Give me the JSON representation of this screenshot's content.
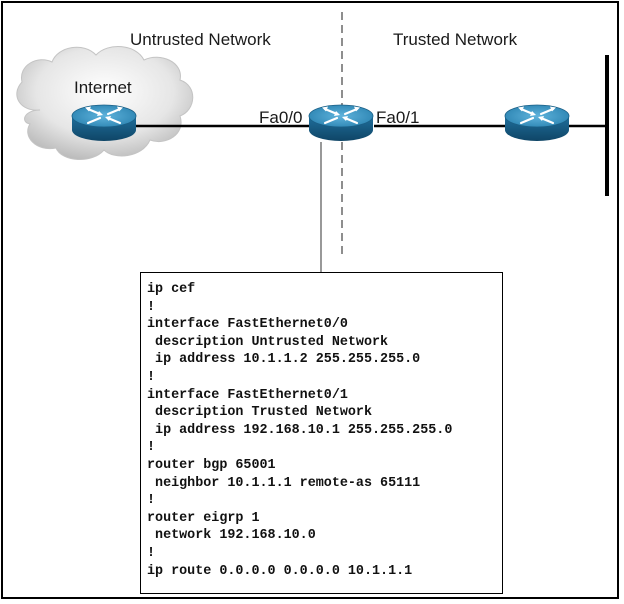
{
  "zones": {
    "untrusted": "Untrusted Network",
    "trusted": "Trusted Network"
  },
  "labels": {
    "internet": "Internet",
    "fa0_0": "Fa0/0",
    "fa0_1": "Fa0/1"
  },
  "icons": {
    "cloud": "internet-cloud-icon",
    "router": "router-icon",
    "colors": {
      "router_top": "#2e8bb8",
      "router_side": "#1a5f86",
      "cloud": "#d9d9d9"
    }
  },
  "config": [
    "ip cef",
    "!",
    "interface FastEthernet0/0",
    " description Untrusted Network",
    " ip address 10.1.1.2 255.255.255.0",
    "!",
    "interface FastEthernet0/1",
    " description Trusted Network",
    " ip address 192.168.10.1 255.255.255.0",
    "!",
    "router bgp 65001",
    " neighbor 10.1.1.1 remote-as 65111",
    "!",
    "router eigrp 1",
    " network 192.168.10.0",
    "!",
    "ip route 0.0.0.0 0.0.0.0 10.1.1.1"
  ]
}
